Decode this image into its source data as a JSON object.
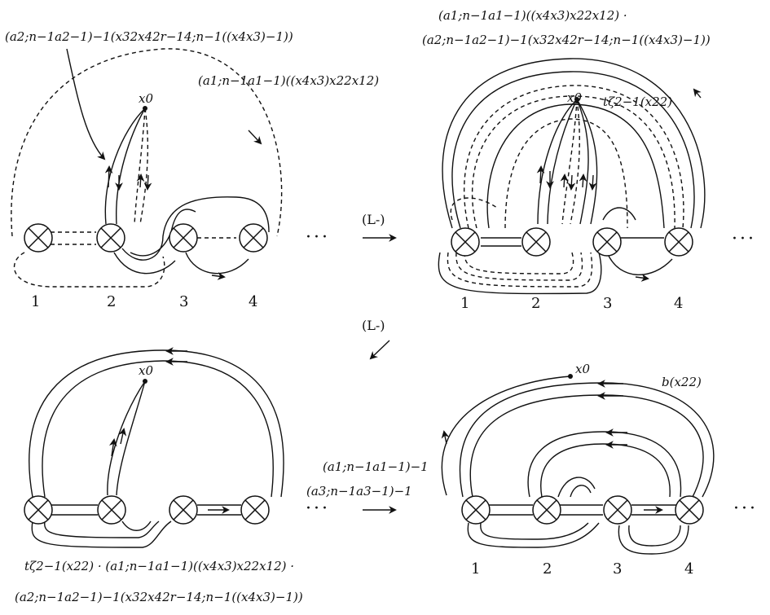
{
  "panels": [
    {
      "name": "top-left",
      "labels": {
        "loop_a": "(a_{2;n-1}a_2^{-1})^{-1}(x_3^2x_4^2r_{4;n-1}^{-1}((x_4x_3)^{-1}))",
        "loop_a_display": "(a2;n−1a2−1)−1(x32x42r−14;n−1((x4x3)−1))",
        "loop_b_display": "(a1;n−1a1−1)((x4x3)x22x12)",
        "basepoint": "x0"
      },
      "crosscaps": [
        "1",
        "2",
        "3",
        "4"
      ],
      "ellipsis": "···"
    },
    {
      "name": "top-right",
      "labels": {
        "top_line1": "(a1;n−1a1−1)((x4x3)x22x12) ·",
        "top_line2": "(a2;n−1a2−1)−1(x32x42r−14;n−1((x4x3)−1))",
        "twist": "tζ2−1(x22)",
        "basepoint": "x0"
      },
      "crosscaps": [
        "1",
        "2",
        "3",
        "4"
      ],
      "ellipsis": "···"
    },
    {
      "name": "bottom-left",
      "labels": {
        "bottom_line1": "tζ2−1(x22) · (a1;n−1a1−1)((x4x3)x22x12) ·",
        "bottom_line2": "(a2;n−1a2−1)−1(x32x42r−14;n−1((x4x3)−1))",
        "basepoint": "x0"
      },
      "ellipsis": "···"
    },
    {
      "name": "bottom-right",
      "labels": {
        "b_label": "b(x22)",
        "basepoint": "x0"
      },
      "crosscaps": [
        "1",
        "2",
        "3",
        "4"
      ],
      "ellipsis": "···"
    }
  ],
  "moves": {
    "right_move": "(L-)",
    "down_move": "(L-)",
    "bottom_move_line1": "(a1;n−1a1−1)−1",
    "bottom_move_line2": "(a3;n−1a3−1)−1"
  }
}
